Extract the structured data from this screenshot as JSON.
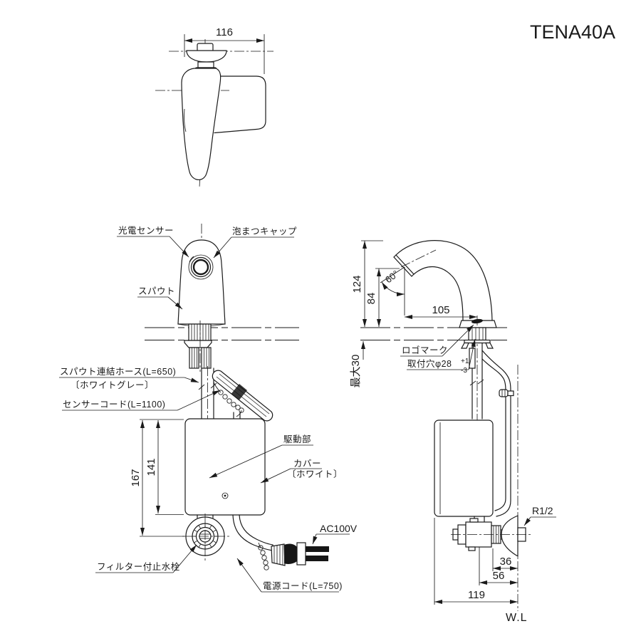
{
  "title": "TENA40A",
  "colors": {
    "line": "#1a1a1a",
    "background": "#ffffff"
  },
  "top_view": {
    "width_dim": "116"
  },
  "front_view": {
    "sensor_label": "光電センサー",
    "aerator_label": "泡まつキャップ",
    "spout_label": "スパウト",
    "hose_label_line1": "スパウト連結ホース(L=650)",
    "hose_label_line2": "〔ホワイトグレー〕",
    "sensor_cord_label": "センサーコード(L=1100)",
    "drive_unit_label": "駆動部",
    "cover_label_line1": "カバー",
    "cover_label_line2": "〔ホワイト〕",
    "filter_valve_label": "フィルター付止水栓",
    "power_label": "AC100V",
    "power_cord_label": "電源コード(L=750)",
    "height_total_dim": "167",
    "height_box_dim": "141"
  },
  "side_view": {
    "total_height_dim": "124",
    "spout_height_dim": "84",
    "spout_angle_dim": "60°",
    "spout_reach_dim": "105",
    "deck_thickness_dim": "最大30",
    "logo_label": "ロゴマーク",
    "hole_label": "取付穴φ28",
    "hole_tol_plus": "+1",
    "hole_tol_minus": "-3",
    "thread_label": "R1/2",
    "wall_offset_dim": "36",
    "valve_offset_dim": "56",
    "box_offset_dim": "119",
    "wall_line_label": "W.L"
  }
}
